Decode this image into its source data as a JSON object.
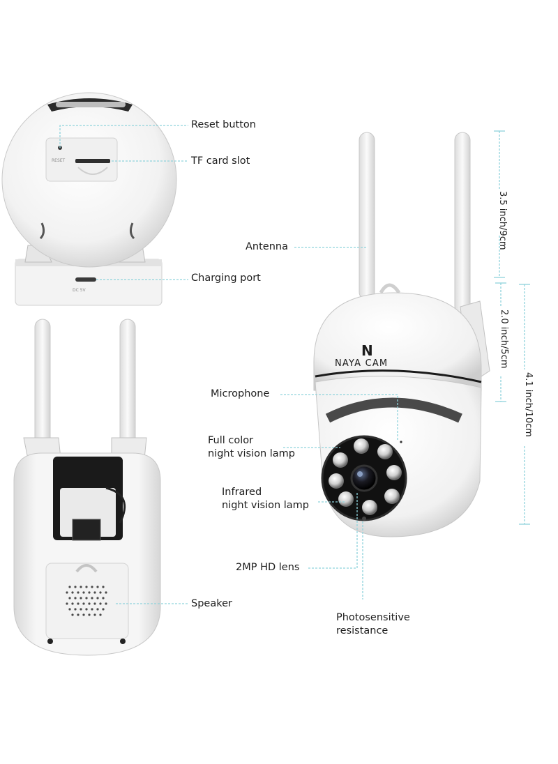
{
  "callouts": {
    "reset_button": "Reset button",
    "tf_card_slot": "TF card slot",
    "charging_port": "Charging port",
    "antenna": "Antenna",
    "microphone": "Microphone",
    "full_color_lamp_line1": "Full color",
    "full_color_lamp_line2": "night vision lamp",
    "infrared_lamp_line1": "Infrared",
    "infrared_lamp_line2": "night vision lamp",
    "hd_lens": "2MP HD lens",
    "speaker": "Speaker",
    "photosensitive_line1": "Photosensitive",
    "photosensitive_line2": "resistance"
  },
  "dimensions": {
    "antenna_height": "3.5 inch/9cm",
    "dome_height": "2.0 inch/5cm",
    "body_height": "4.1 inch/10cm"
  },
  "brand": {
    "logo_letter": "N",
    "name": "NAYA CAM"
  },
  "device_markings": {
    "reset": "RESET",
    "dc": "DC 5V"
  },
  "colors": {
    "leader_line": "#8fd3dc",
    "label_text": "#1d1d1d",
    "device_white": "#f7f7f7",
    "device_shade": "#d6d6d6",
    "lens_black": "#141414"
  }
}
